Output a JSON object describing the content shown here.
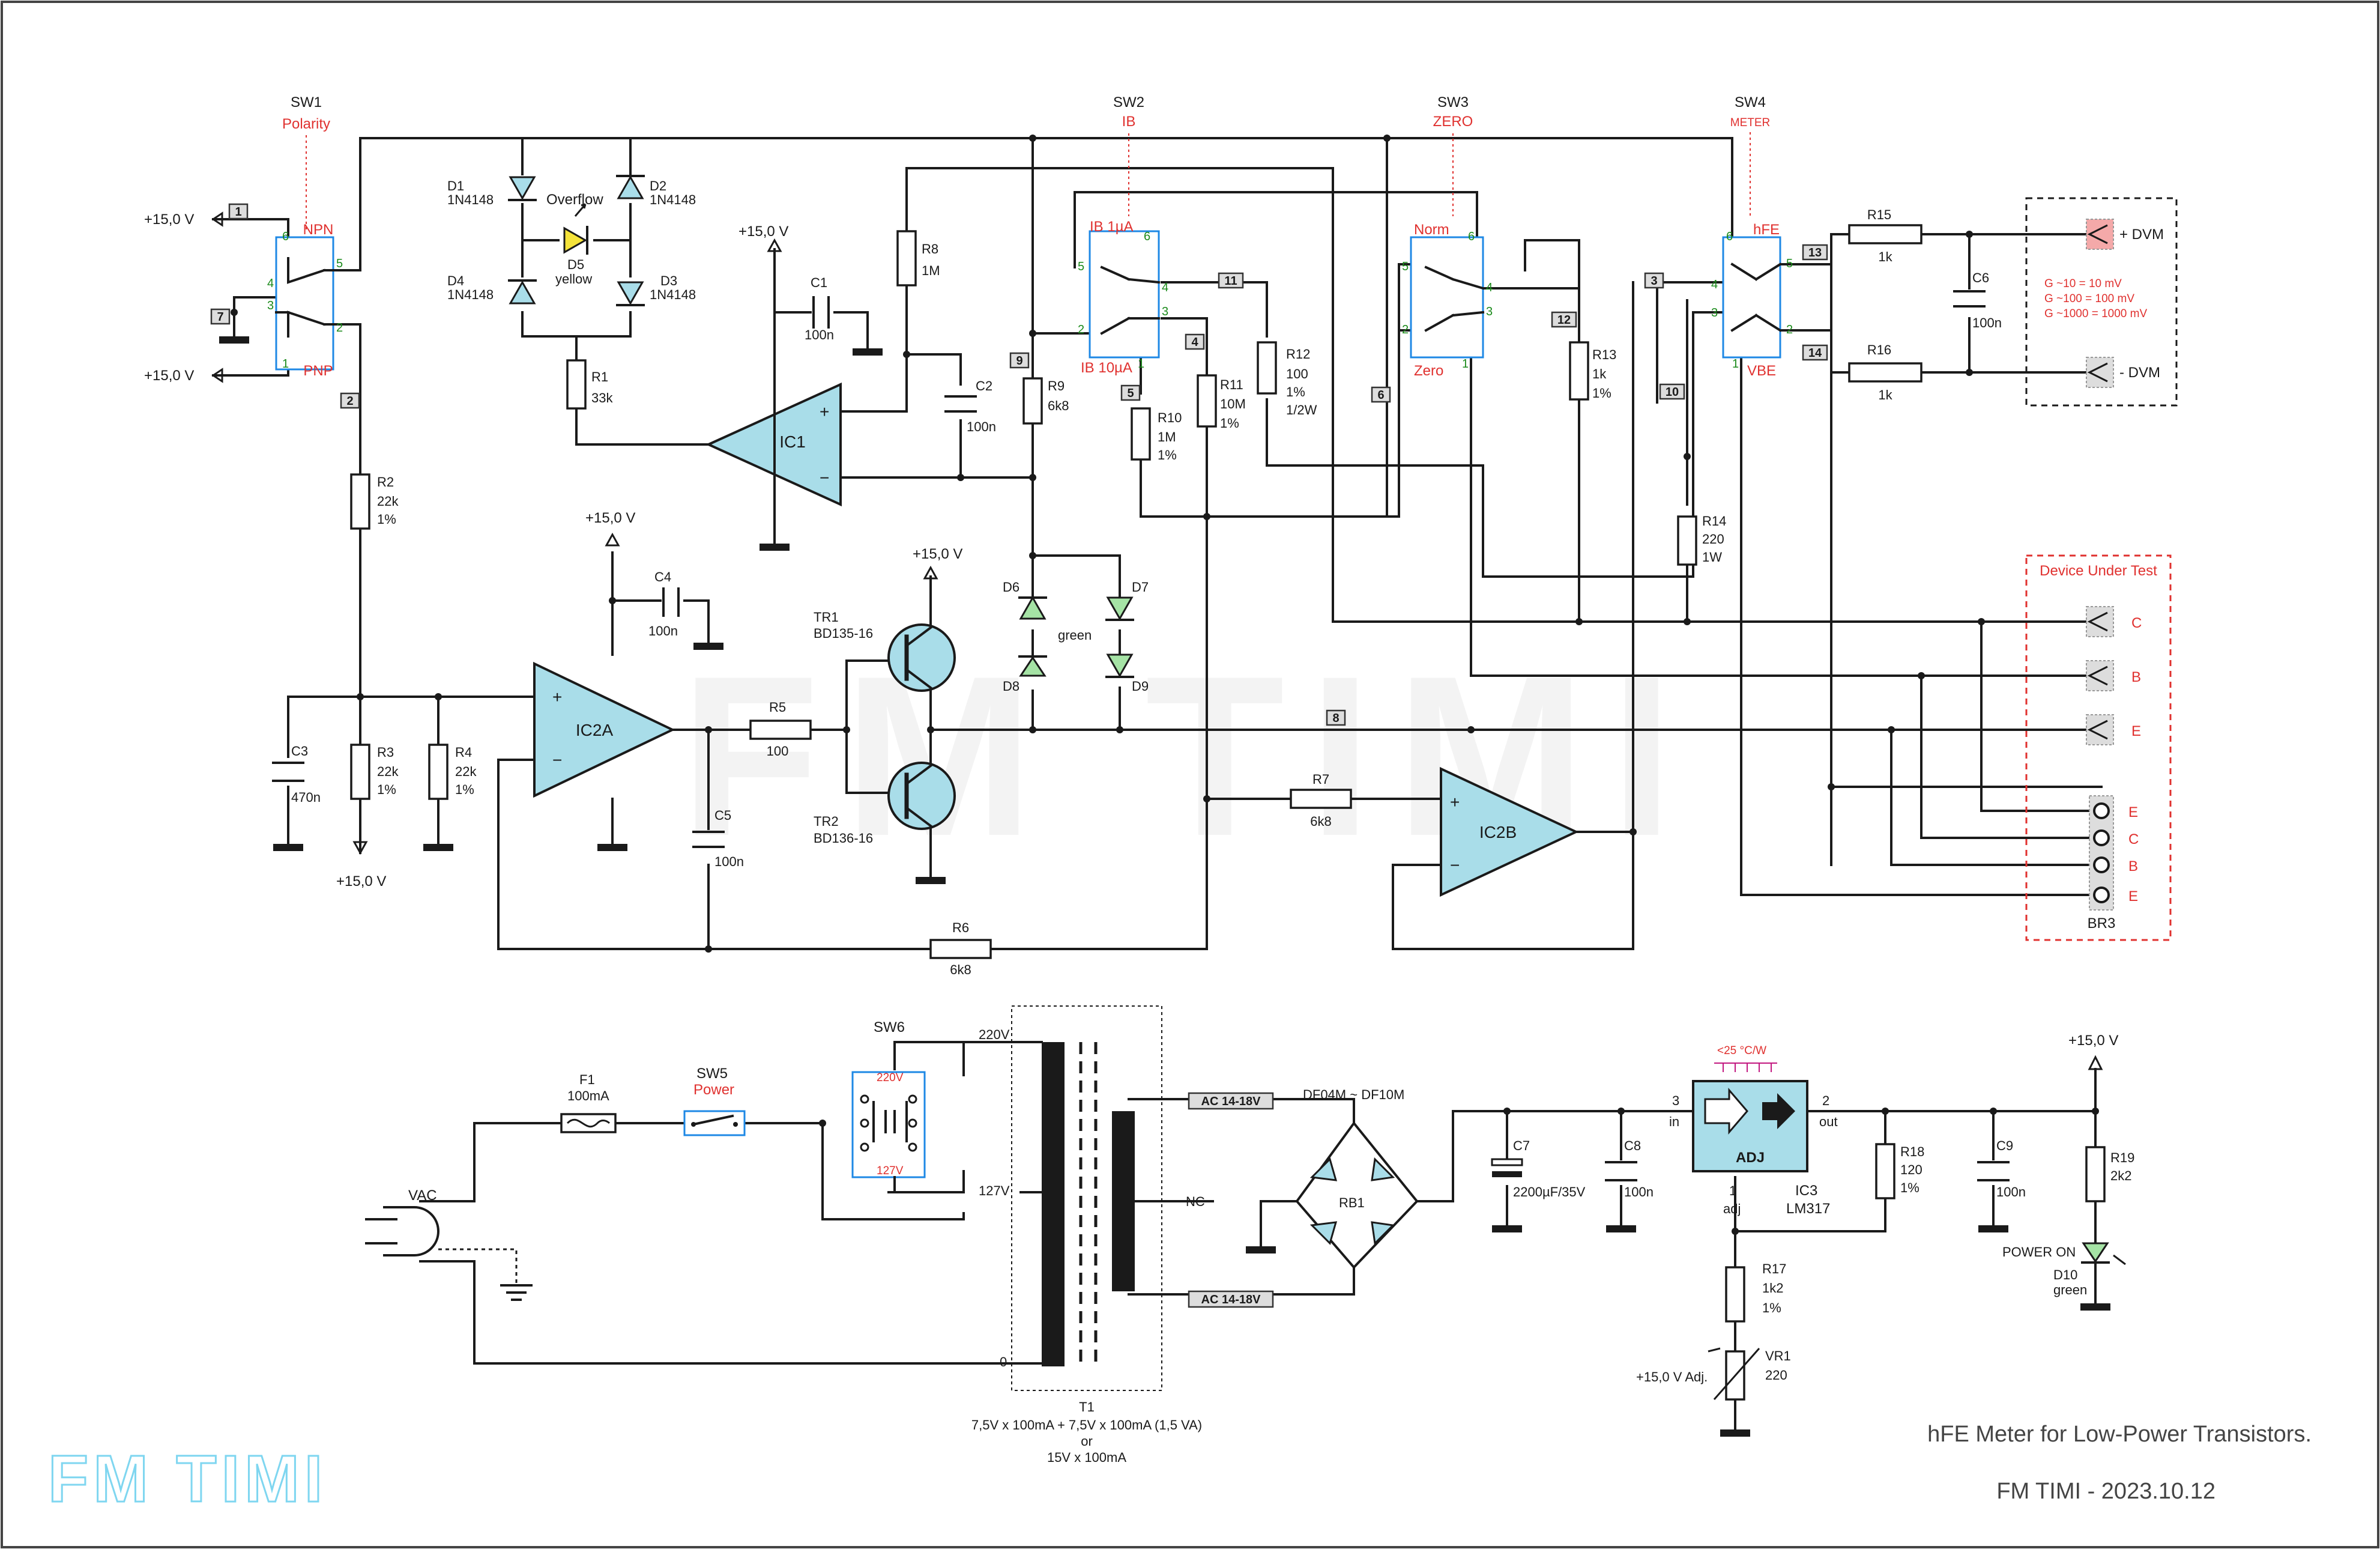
{
  "title": "hFE Meter for Low-Power Transistors.",
  "author_date": "FM TIMI - 2023.10.12",
  "logo_text": "FM TIMI",
  "watermark": "FM TIMI",
  "colors": {
    "opamp_fill": "#a9dde9",
    "red_label": "#e0312f",
    "green_label": "#1a8a1a",
    "switch_outline": "#1e88e5"
  },
  "switches": {
    "sw1": {
      "ref": "SW1",
      "name": "Polarity",
      "npn": "NPN",
      "pnp": "PNP"
    },
    "sw2": {
      "ref": "SW2",
      "name": "IB",
      "ib1": "IB 1µA",
      "ib10": "IB 10µA"
    },
    "sw3": {
      "ref": "SW3",
      "name": "ZERO",
      "norm": "Norm",
      "zero": "Zero"
    },
    "sw4": {
      "ref": "SW4",
      "name": "METER",
      "hfe": "hFE",
      "vbe": "VBE"
    },
    "sw5": {
      "ref": "SW5",
      "name": "Power"
    },
    "sw6": {
      "ref": "SW6",
      "v220": "220V",
      "v127": "127V"
    }
  },
  "supply": {
    "p15": "+15,0 V",
    "p15adj": "+15,0 V Adj."
  },
  "pins": {
    "p1": "1",
    "p2": "2",
    "p3": "3",
    "p4": "4",
    "p5": "5",
    "p6": "6"
  },
  "nets": [
    "1",
    "2",
    "3",
    "4",
    "5",
    "6",
    "7",
    "8",
    "9",
    "10",
    "11",
    "12",
    "13",
    "14"
  ],
  "parts": {
    "D1": {
      "ref": "D1",
      "val": "1N4148"
    },
    "D2": {
      "ref": "D2",
      "val": "1N4148"
    },
    "D3": {
      "ref": "D3",
      "val": "1N4148"
    },
    "D4": {
      "ref": "D4",
      "val": "1N4148"
    },
    "D5": {
      "ref": "D5",
      "val": "yellow",
      "label": "Overflow"
    },
    "R1": {
      "ref": "R1",
      "val": "33k"
    },
    "R2": {
      "ref": "R2",
      "val": "22k",
      "tol": "1%"
    },
    "R3": {
      "ref": "R3",
      "val": "22k",
      "tol": "1%"
    },
    "R4": {
      "ref": "R4",
      "val": "22k",
      "tol": "1%"
    },
    "R5": {
      "ref": "R5",
      "val": "100"
    },
    "R6": {
      "ref": "R6",
      "val": "6k8"
    },
    "R7": {
      "ref": "R7",
      "val": "6k8"
    },
    "R8": {
      "ref": "R8",
      "val": "1M"
    },
    "R9": {
      "ref": "R9",
      "val": "6k8"
    },
    "R10": {
      "ref": "R10",
      "val": "1M",
      "tol": "1%"
    },
    "R11": {
      "ref": "R11",
      "val": "10M",
      "tol": "1%"
    },
    "R12": {
      "ref": "R12",
      "val": "100",
      "tol": "1%",
      "pwr": "1/2W"
    },
    "R13": {
      "ref": "R13",
      "val": "1k",
      "tol": "1%"
    },
    "R14": {
      "ref": "R14",
      "val": "220",
      "pwr": "1W"
    },
    "R15": {
      "ref": "R15",
      "val": "1k"
    },
    "R16": {
      "ref": "R16",
      "val": "1k"
    },
    "R17": {
      "ref": "R17",
      "val": "1k2",
      "tol": "1%"
    },
    "R18": {
      "ref": "R18",
      "val": "120",
      "tol": "1%"
    },
    "R19": {
      "ref": "R19",
      "val": "2k2"
    },
    "VR1": {
      "ref": "VR1",
      "val": "220"
    },
    "C1": {
      "ref": "C1",
      "val": "100n"
    },
    "C2": {
      "ref": "C2",
      "val": "100n"
    },
    "C3": {
      "ref": "C3",
      "val": "470n"
    },
    "C4": {
      "ref": "C4",
      "val": "100n"
    },
    "C5": {
      "ref": "C5",
      "val": "100n"
    },
    "C6": {
      "ref": "C6",
      "val": "100n"
    },
    "C7": {
      "ref": "C7",
      "val": "2200µF/35V"
    },
    "C8": {
      "ref": "C8",
      "val": "100n"
    },
    "C9": {
      "ref": "C9",
      "val": "100n"
    },
    "IC1": {
      "ref": "IC1"
    },
    "IC2A": {
      "ref": "IC2A"
    },
    "IC2B": {
      "ref": "IC2B"
    },
    "IC3": {
      "ref": "IC3",
      "val": "LM317",
      "body": "ADJ",
      "in": "in",
      "out": "out",
      "adj": "adj",
      "heat": "<25 °C/W"
    },
    "TR1": {
      "ref": "TR1",
      "val": "BD135-16"
    },
    "TR2": {
      "ref": "TR2",
      "val": "BD136-16"
    },
    "D6": {
      "ref": "D6"
    },
    "D7": {
      "ref": "D7"
    },
    "D8": {
      "ref": "D8"
    },
    "D9": {
      "ref": "D9"
    },
    "D69": {
      "label": "green"
    },
    "D10": {
      "ref": "D10",
      "val": "green",
      "label": "POWER ON"
    },
    "F1": {
      "ref": "F1",
      "val": "100mA"
    },
    "RB1": {
      "ref": "RB1",
      "val": "DF04M ~ DF10M"
    },
    "T1": {
      "ref": "T1",
      "line1": "7,5V x 100mA + 7,5V x 100mA (1,5 VA)",
      "line2": "or",
      "line3": "15V x 100mA",
      "t220": "220V",
      "t127": "127V",
      "t0": "0",
      "nc": "NC",
      "ac": "AC 14-18V"
    },
    "VAC": {
      "ref": "VAC"
    },
    "BR3": {
      "ref": "BR3"
    }
  },
  "dvm": {
    "plus": "+ DVM",
    "minus": "- DVM",
    "g1": "G ~10 = 10 mV",
    "g2": "G ~100 = 100 mV",
    "g3": "G ~1000 = 1000 mV"
  },
  "dut": {
    "title": "Device Under Test",
    "c": "C",
    "b": "B",
    "e": "E"
  }
}
